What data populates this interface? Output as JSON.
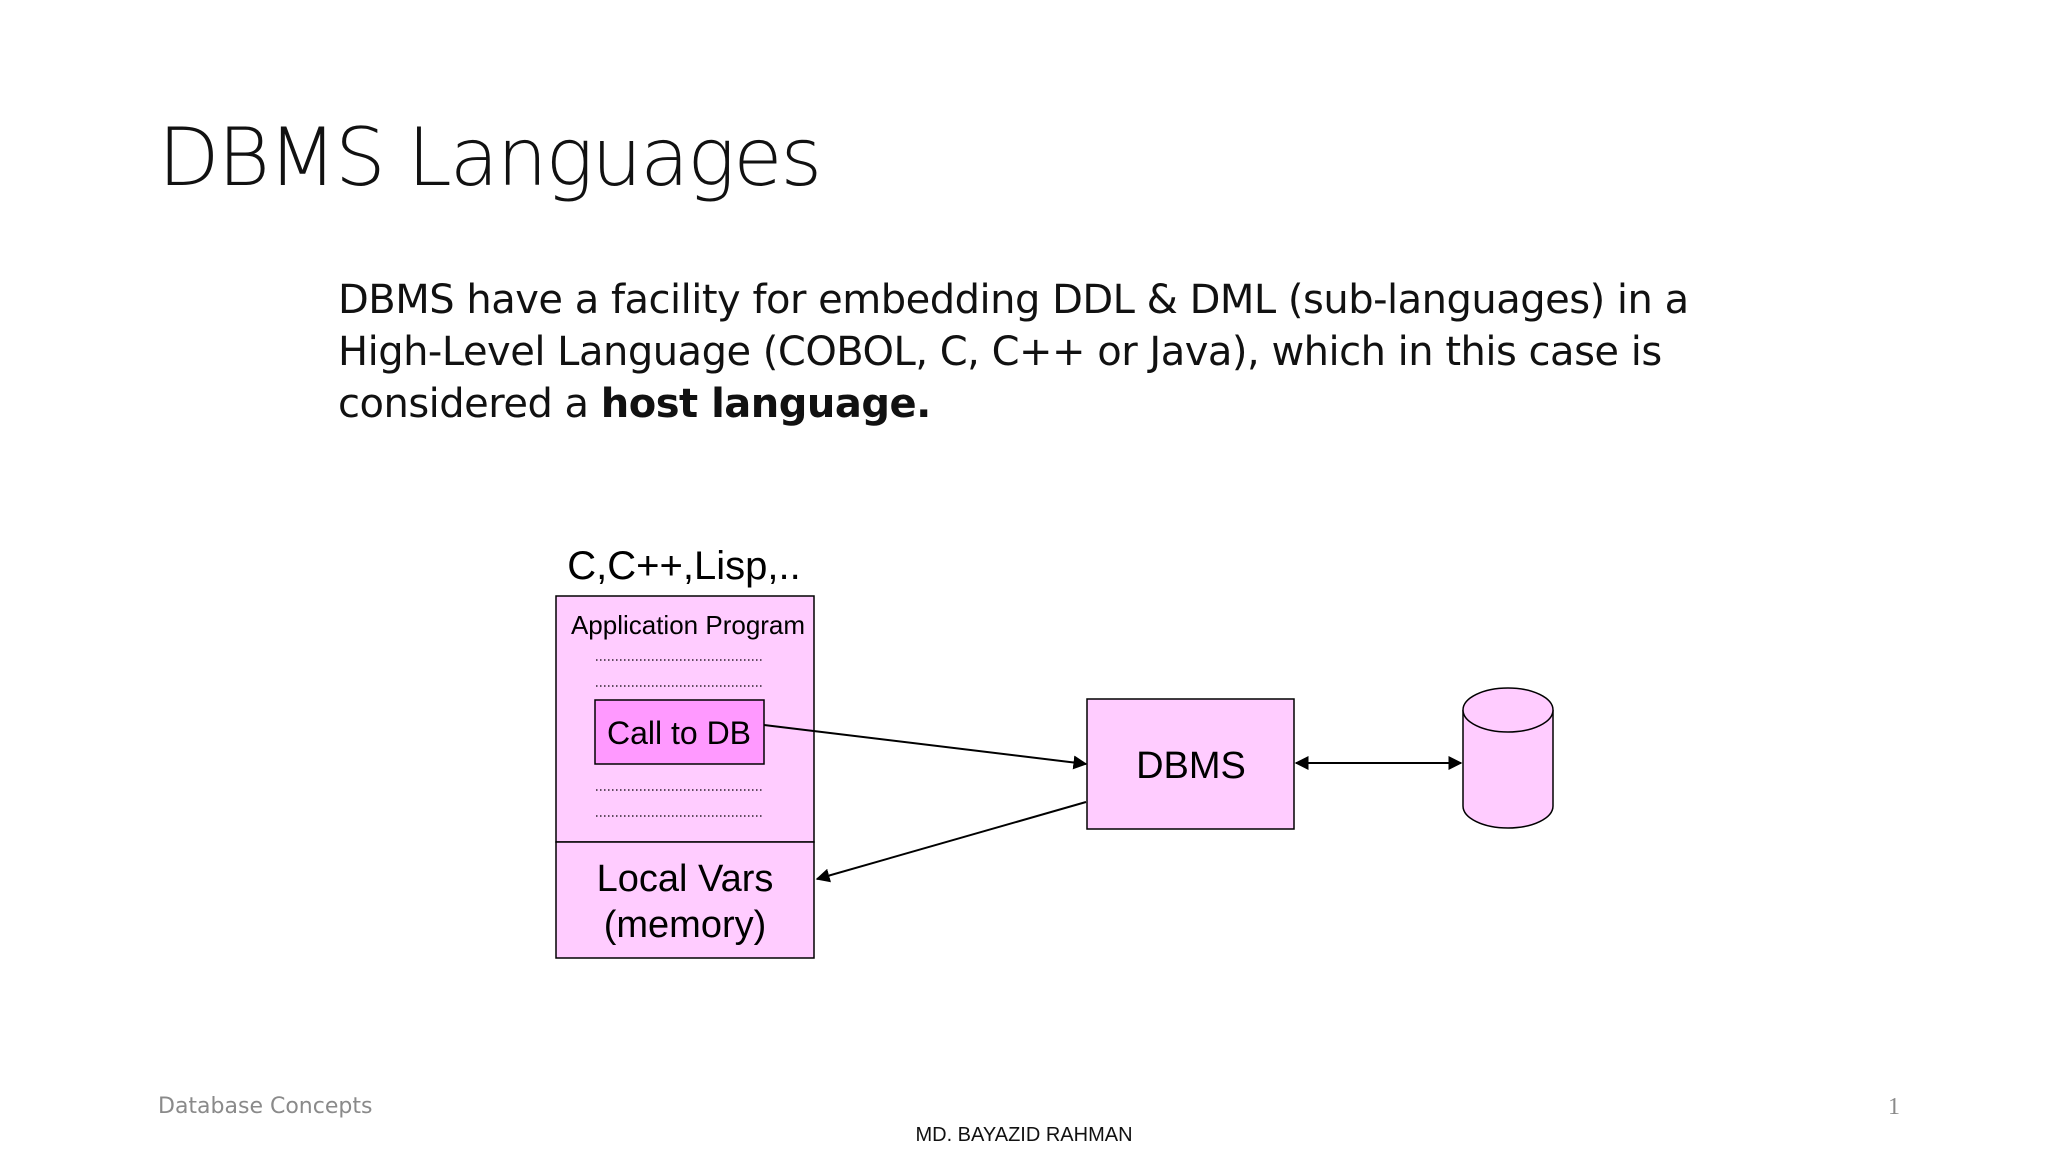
{
  "slide": {
    "title": "DBMS Languages",
    "body_part1": "DBMS have a facility for embedding DDL & DML (sub-languages) in a High-Level Language (COBOL, C, C++ or Java), which in this case is considered a ",
    "body_bold": "host language."
  },
  "diagram": {
    "languages_label": "C,C++,Lisp,..",
    "app_program_label": "Application Program",
    "call_label": "Call to DB",
    "local_vars_line1": "Local Vars",
    "local_vars_line2": "(memory)",
    "dbms_label": "DBMS",
    "colors": {
      "box_fill": "#ffccff",
      "call_fill": "#ff99ff",
      "stroke": "#000000"
    }
  },
  "footer": {
    "left": "Database Concepts",
    "center": "MD. BAYAZID RAHMAN",
    "page": "1"
  }
}
